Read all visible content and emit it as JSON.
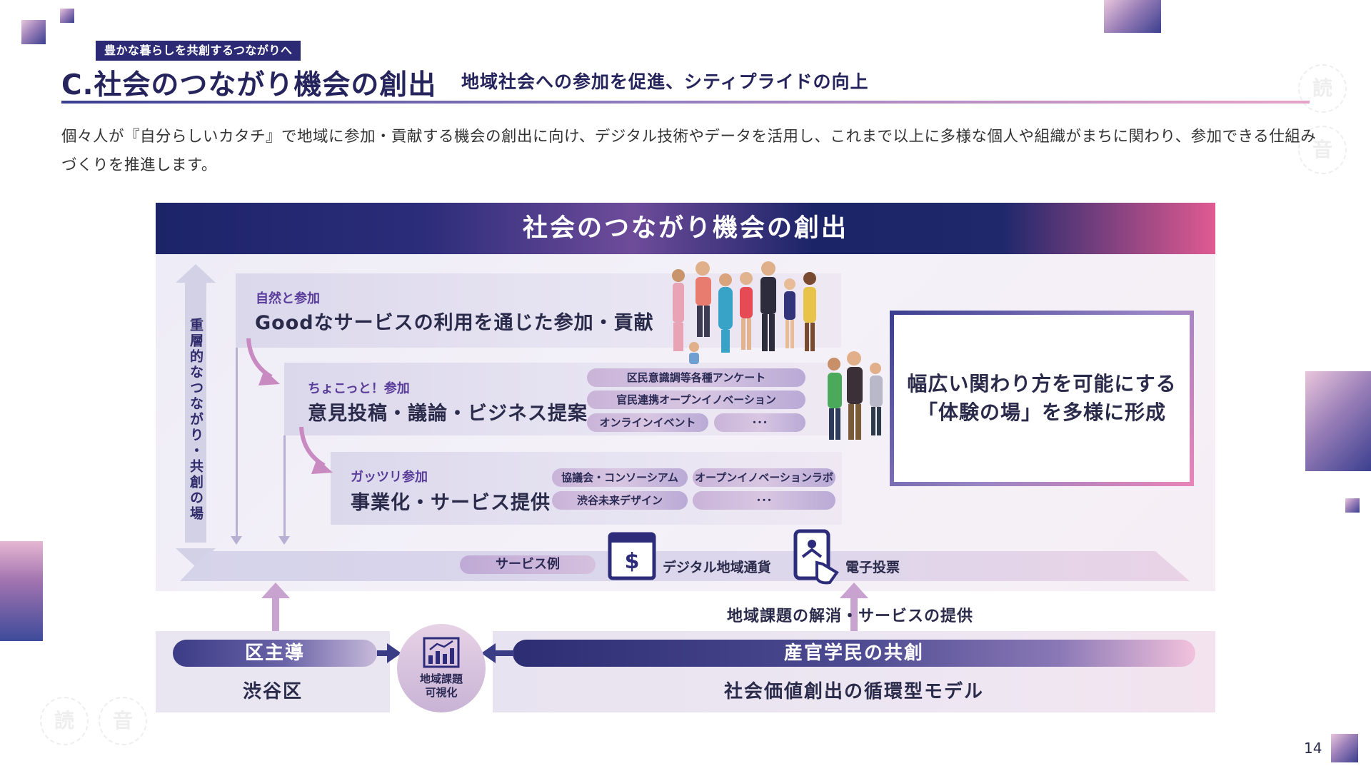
{
  "header": {
    "tagline": "豊かな暮らしを共創するつながりへ",
    "title": "C.社会のつながり機会の創出",
    "subtitle": "地域社会への参加を促進、シティプライドの向上"
  },
  "intro": "個々人が『自分らしいカタチ』で地域に参加・貢献する機会の創出に向け、デジタル技術やデータを活用し、これまで以上に多様な個人や組織がまちに関わり、参加できる仕組みづくりを推進します。",
  "diagram": {
    "heading": "社会のつながり機会の創出",
    "vertical_label": "重層的なつながり・共創の場",
    "levels": [
      {
        "small": "自然と参加",
        "big": "Goodなサービスの利用を通じた参加・貢献"
      },
      {
        "small": "ちょこっと！参加",
        "big": "意見投稿・議論・ビジネス提案",
        "tags": [
          "区民意識調等各種アンケート",
          "官民連携オープンイノベーション",
          "オンラインイベント",
          "･･･"
        ]
      },
      {
        "small": "ガッツリ参加",
        "big": "事業化・サービス提供",
        "tags": [
          "協議会・コンソーシアム",
          "オープンイノベーションラボ",
          "渋谷未来デザイン",
          "･･･"
        ]
      }
    ],
    "service_example": "サービス例",
    "services": [
      "デジタル地域通貨",
      "電子投票"
    ],
    "callout": [
      "幅広い関わり方を可能にする",
      "「体験の場」を多様に形成"
    ],
    "issue_caption": "地域課題の解消・サービスの提供",
    "bottom_left": {
      "bar": "区主導",
      "text": "渋谷区"
    },
    "hub": [
      "地域課題",
      "可視化"
    ],
    "bottom_right": {
      "bar": "産官学民の共創",
      "text": "社会価値創出の循環型モデル"
    }
  },
  "page_number": "14",
  "watermarks": [
    "読",
    "音"
  ],
  "colors": {
    "navy": "#1c2468",
    "accent_pink": "#e05a91",
    "lavender": "#d3d1e6"
  }
}
